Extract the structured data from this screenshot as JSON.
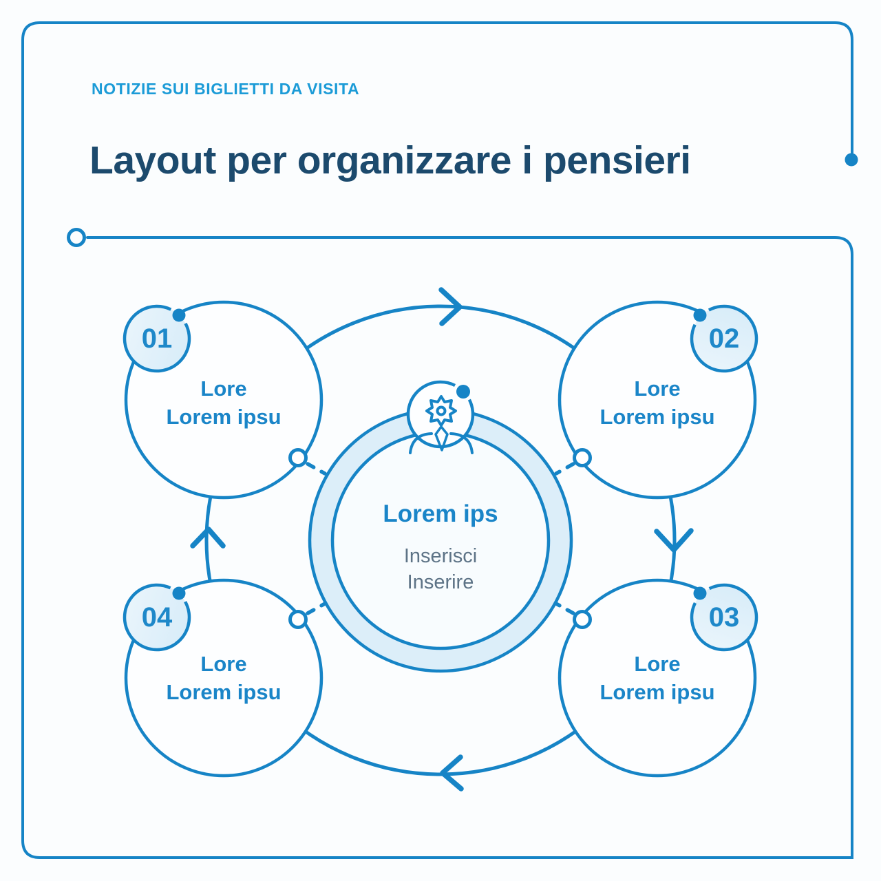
{
  "header": {
    "eyebrow": "NOTIZIE SUI BIGLIETTI DA VISITA",
    "title": "Layout per organizzare i pensieri"
  },
  "center": {
    "title": "Lorem ips",
    "subtitle_line1": "Inserisci",
    "subtitle_line2": "Inserire",
    "icon": "person-gear-icon"
  },
  "steps": [
    {
      "number": "01",
      "line1": "Lore",
      "line2": "Lorem ipsu"
    },
    {
      "number": "02",
      "line1": "Lore",
      "line2": "Lorem ipsu"
    },
    {
      "number": "03",
      "line1": "Lore",
      "line2": "Lorem ipsu"
    },
    {
      "number": "04",
      "line1": "Lore",
      "line2": "Lorem ipsu"
    }
  ],
  "flow_direction": "clockwise",
  "colors": {
    "accent_blue": "#1684c6",
    "eyebrow_blue": "#1b9bd7",
    "title_navy": "#1c4a6d",
    "label_blue": "#1a85c8",
    "subtext_gray": "#5d7386",
    "ring_band_fill": "#dceef9",
    "badge_fill_light": "#ecf6fc",
    "badge_fill_dark": "#d5ebf8",
    "circle_fill": "#fdfeff"
  }
}
